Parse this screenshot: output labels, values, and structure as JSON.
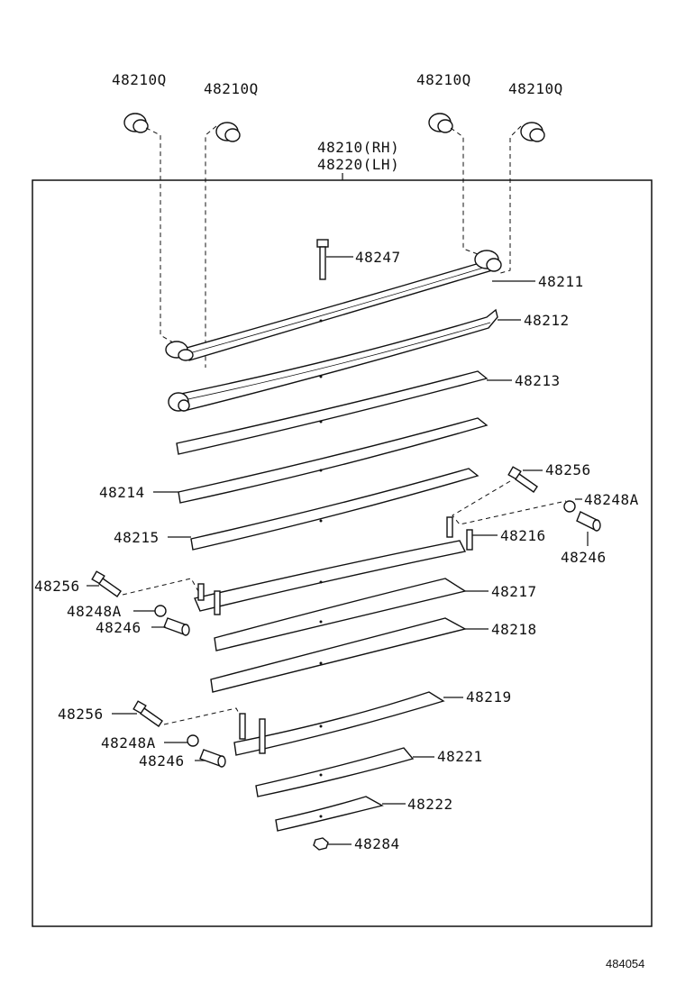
{
  "labels": {
    "bush_1": "48210Q",
    "bush_2": "48210Q",
    "bush_3": "48210Q",
    "bush_4": "48210Q",
    "assy_rh": "48210(RH)",
    "assy_lh": "48220(LH)",
    "bolt_center": "48247",
    "leaf_48211": "48211",
    "leaf_48212": "48212",
    "leaf_48213": "48213",
    "leaf_48214": "48214",
    "leaf_48215": "48215",
    "leaf_48216": "48216",
    "leaf_48217": "48217",
    "leaf_48218": "48218",
    "leaf_48219": "48219",
    "leaf_48221": "48221",
    "leaf_48222": "48222",
    "nut_48284": "48284",
    "bolt_48256_a": "48256",
    "bolt_48256_b": "48256",
    "bolt_48256_c": "48256",
    "spacer_48248a_a": "48248A",
    "spacer_48248a_b": "48248A",
    "spacer_48248a_c": "48248A",
    "pin_48246_a": "48246",
    "pin_48246_b": "48246",
    "pin_48246_c": "48246",
    "diagram_code": "484054"
  }
}
